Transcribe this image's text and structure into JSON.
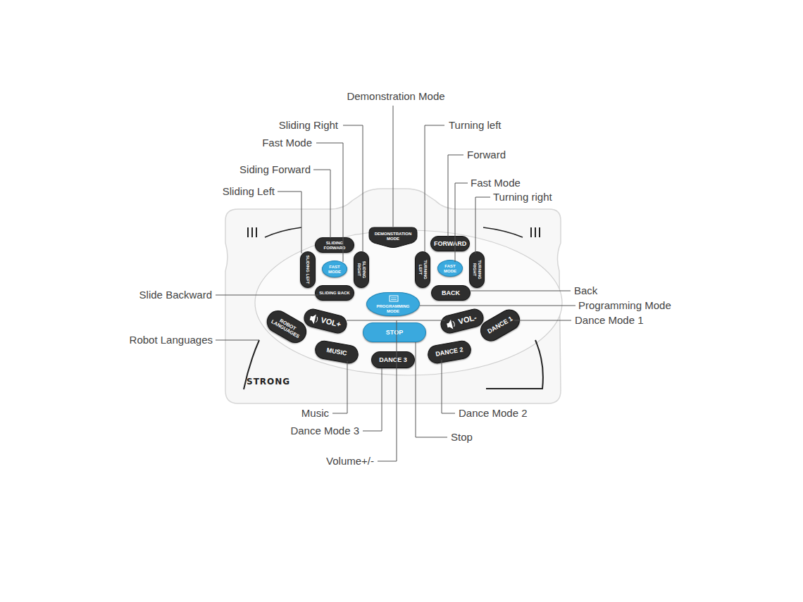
{
  "diagram": {
    "nodes": [
      {
        "text": [
          "STRONG"
        ]
      },
      {
        "text": [
          "SLIDING FORWARD"
        ],
        "in": 0
      },
      {
        "text": [
          "SLIDING LEFT"
        ],
        "in": 0
      },
      {
        "text": [
          "FAST MODE"
        ],
        "in": 0
      },
      {
        "text": [
          "SLIDING RIGHT"
        ],
        "in": 0
      },
      {
        "text": [
          "SLIDING BACK"
        ],
        "in": 0
      },
      {
        "text": [
          "DEMONSTRATION MODE"
        ],
        "in": 0
      },
      {
        "text": [
          "FORWARD"
        ],
        "in": 0
      },
      {
        "text": [
          "TURNING LEFT"
        ],
        "in": 0
      },
      {
        "text": [
          "FAST MODE"
        ],
        "in": 0
      },
      {
        "text": [
          "TURNING RIGHT"
        ],
        "in": 0
      },
      {
        "text": [
          "BACK"
        ],
        "in": 0
      },
      {
        "text": [
          "PROGRAMMING MODE"
        ],
        "in": 0
      },
      {
        "text": [
          "ROBOT LANGUAGES"
        ],
        "in": 0
      },
      {
        "text": [
          "VOL+"
        ],
        "in": 0
      },
      {
        "text": [
          "STOP"
        ],
        "in": 0
      },
      {
        "text": [
          "VOL-"
        ],
        "in": 0
      },
      {
        "text": [
          "DANCE 1"
        ],
        "in": 0
      },
      {
        "text": [
          "MUSIC"
        ],
        "in": 0
      },
      {
        "text": [
          "DANCE 3"
        ],
        "in": 0
      },
      {
        "text": [
          "DANCE 2"
        ],
        "in": 0
      }
    ],
    "labels": [
      "Demonstration Mode",
      "Sliding Right",
      "Fast Mode",
      "Siding Forward",
      "Sliding Left",
      "Turning left",
      "Forward",
      "Fast Mode",
      "Turning right",
      "Slide Backward",
      "Back",
      "Programming Mode",
      "Dance Mode 1",
      "Robot Languages",
      "Music",
      "Dance Mode 3",
      "Dance Mode 2",
      "Stop",
      "Volume+/-"
    ]
  }
}
